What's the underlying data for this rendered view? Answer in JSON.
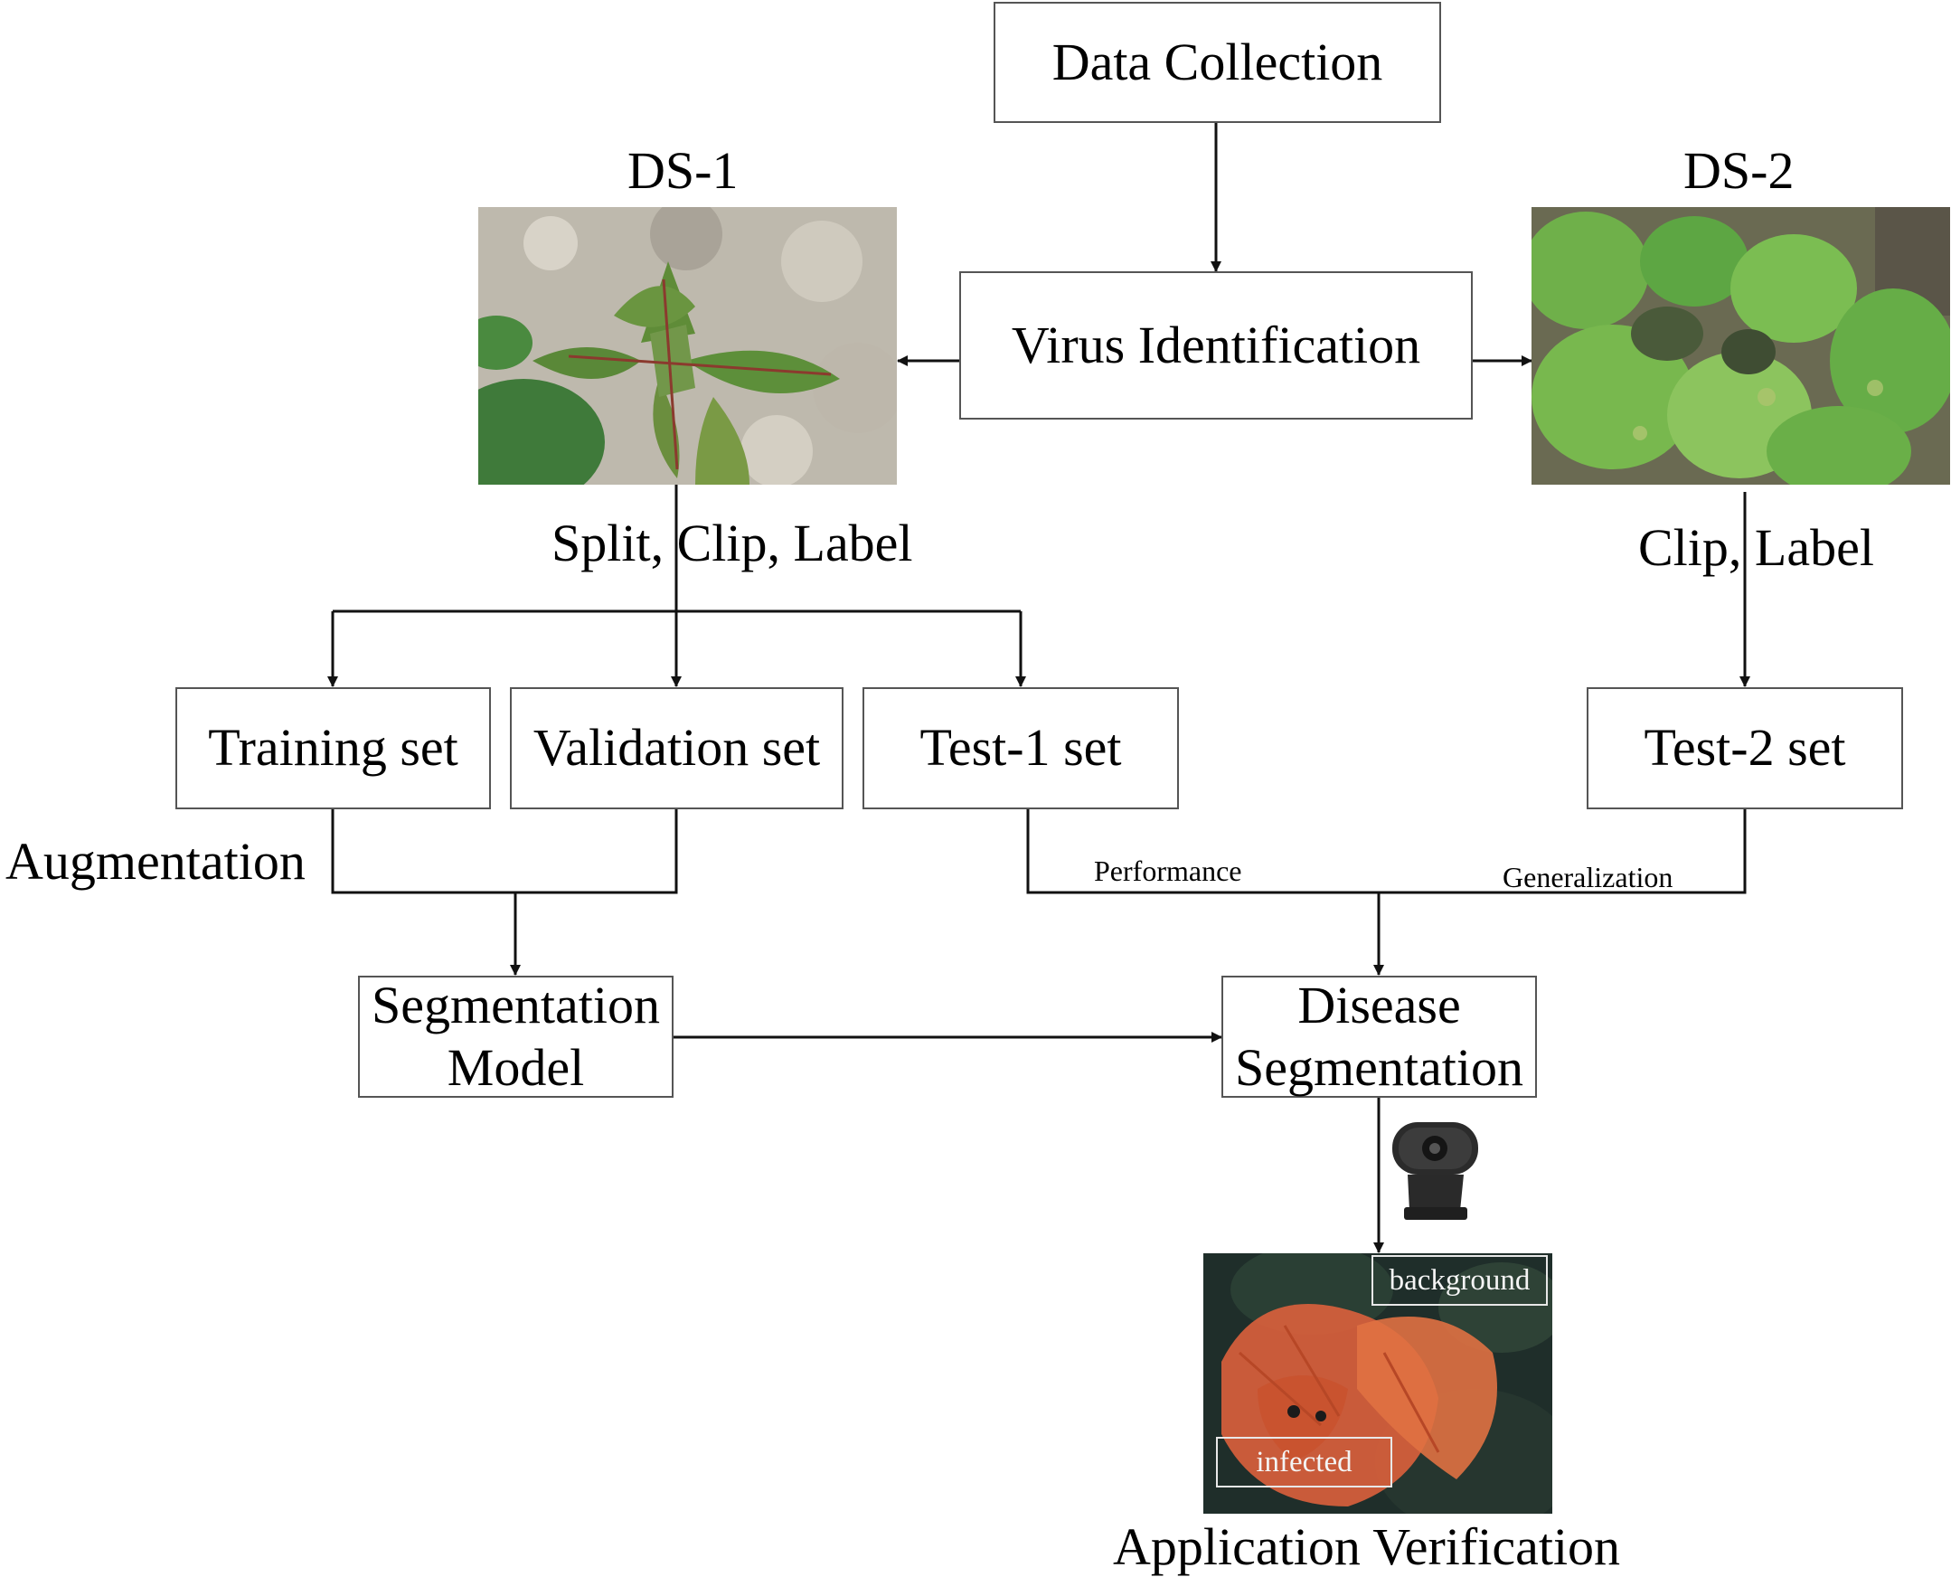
{
  "nodes": {
    "data_collection": "Data Collection",
    "virus_identification": "Virus Identification",
    "training_set": "Training set",
    "validation_set": "Validation set",
    "test1_set": "Test-1 set",
    "test2_set": "Test-2 set",
    "segmentation_model_line1": "Segmentation",
    "segmentation_model_line2": "Model",
    "disease_segmentation_line1": "Disease",
    "disease_segmentation_line2": "Segmentation"
  },
  "labels": {
    "ds1": "DS-1",
    "ds2": "DS-2",
    "split_clip_label": "Split, Clip, Label",
    "clip_label": "Clip, Label",
    "augmentation": "Augmentation",
    "performance": "Performance",
    "generalization": "Generalization",
    "application_verification": "Application Verification"
  },
  "overlay_tags": {
    "background": "background",
    "infected": "infected"
  },
  "colors": {
    "box_border": "#555555",
    "arrow": "#111111",
    "leaf_green": "#4f9a35",
    "soil": "#b8b2a6",
    "segment_overlay": "#e0603a"
  },
  "icons": [
    "webcam-icon"
  ]
}
